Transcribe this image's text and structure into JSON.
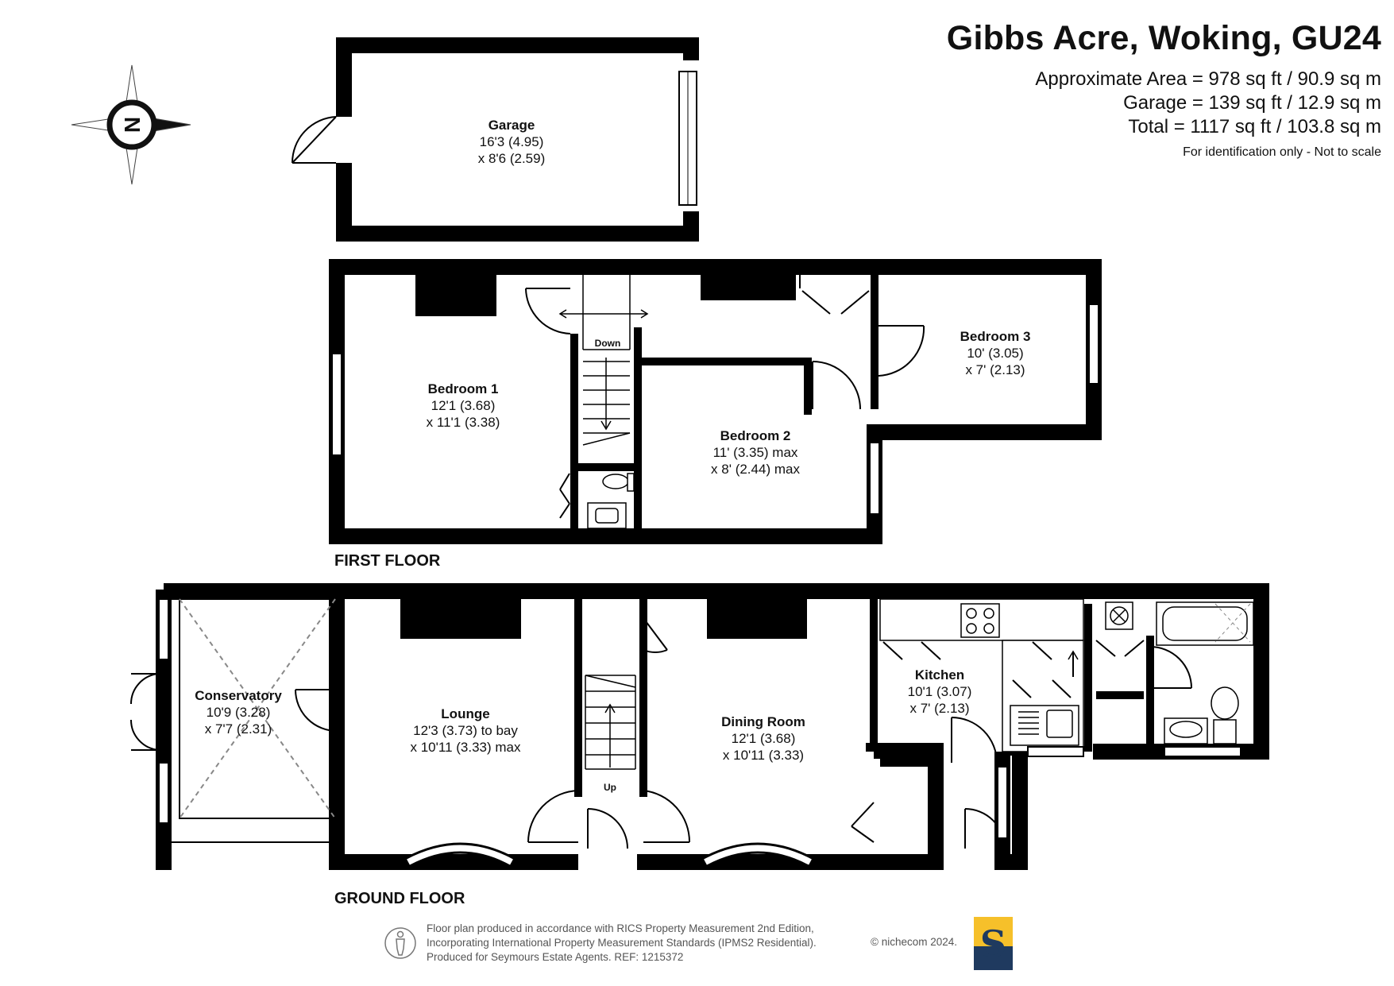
{
  "header": {
    "title": "Gibbs Acre, Woking, GU24",
    "approx_area": "Approximate Area = 978 sq ft / 90.9 sq m",
    "garage_area": "Garage = 139 sq ft / 12.9 sq m",
    "total_area": "Total = 1117 sq ft / 103.8 sq m",
    "note": "For identification only - Not to scale"
  },
  "compass": {
    "letter": "N",
    "icon": "compass-rose-icon"
  },
  "floors": {
    "first": "FIRST FLOOR",
    "ground": "GROUND FLOOR"
  },
  "rooms": {
    "garage": {
      "name": "Garage",
      "dim1": "16'3 (4.95)",
      "dim2": "x 8'6 (2.59)"
    },
    "bedroom1": {
      "name": "Bedroom 1",
      "dim1": "12'1 (3.68)",
      "dim2": "x 11'1 (3.38)"
    },
    "bedroom2": {
      "name": "Bedroom 2",
      "dim1": "11' (3.35) max",
      "dim2": "x 8' (2.44) max"
    },
    "bedroom3": {
      "name": "Bedroom 3",
      "dim1": "10' (3.05)",
      "dim2": "x 7' (2.13)"
    },
    "conservatory": {
      "name": "Conservatory",
      "dim1": "10'9 (3.28)",
      "dim2": "x 7'7 (2.31)"
    },
    "lounge": {
      "name": "Lounge",
      "dim1": "12'3 (3.73) to bay",
      "dim2": "x 10'11 (3.33) max"
    },
    "dining": {
      "name": "Dining Room",
      "dim1": "12'1 (3.68)",
      "dim2": "x 10'11 (3.33)"
    },
    "kitchen": {
      "name": "Kitchen",
      "dim1": "10'1 (3.07)",
      "dim2": "x 7' (2.13)"
    }
  },
  "stairs": {
    "down": "Down",
    "up": "Up"
  },
  "footer": {
    "line1": "Floor plan produced in accordance with RICS Property Measurement 2nd Edition,",
    "line2": "Incorporating International Property Measurement Standards (IPMS2 Residential).",
    "line3": "Produced for Seymours Estate Agents.   REF: 1215372",
    "copyright": "© nichecom 2024.",
    "badge_letter": "S",
    "badge_colors": {
      "navy": "#1f3a5f",
      "gold": "#f6c02a"
    }
  }
}
